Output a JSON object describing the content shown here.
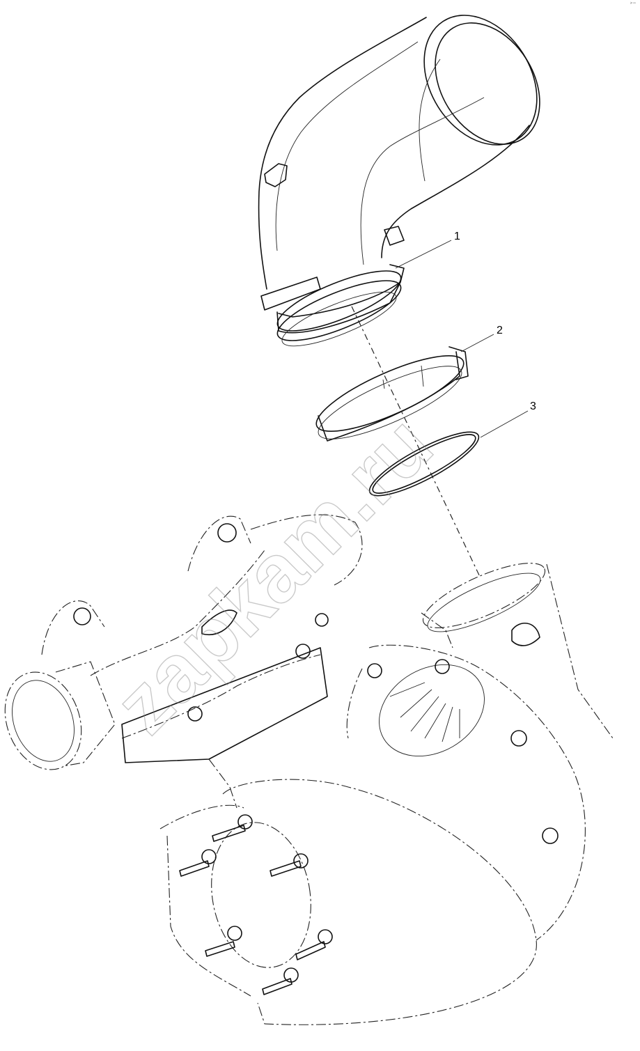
{
  "callouts": [
    {
      "label": "1",
      "part": "elbow-air-pipe"
    },
    {
      "label": "2",
      "part": "clamp-band"
    },
    {
      "label": "3",
      "part": "sealing-ring"
    }
  ],
  "watermark": "zapkam.ru",
  "corner_tag": "⁝ᵖ ⁿⁿ"
}
